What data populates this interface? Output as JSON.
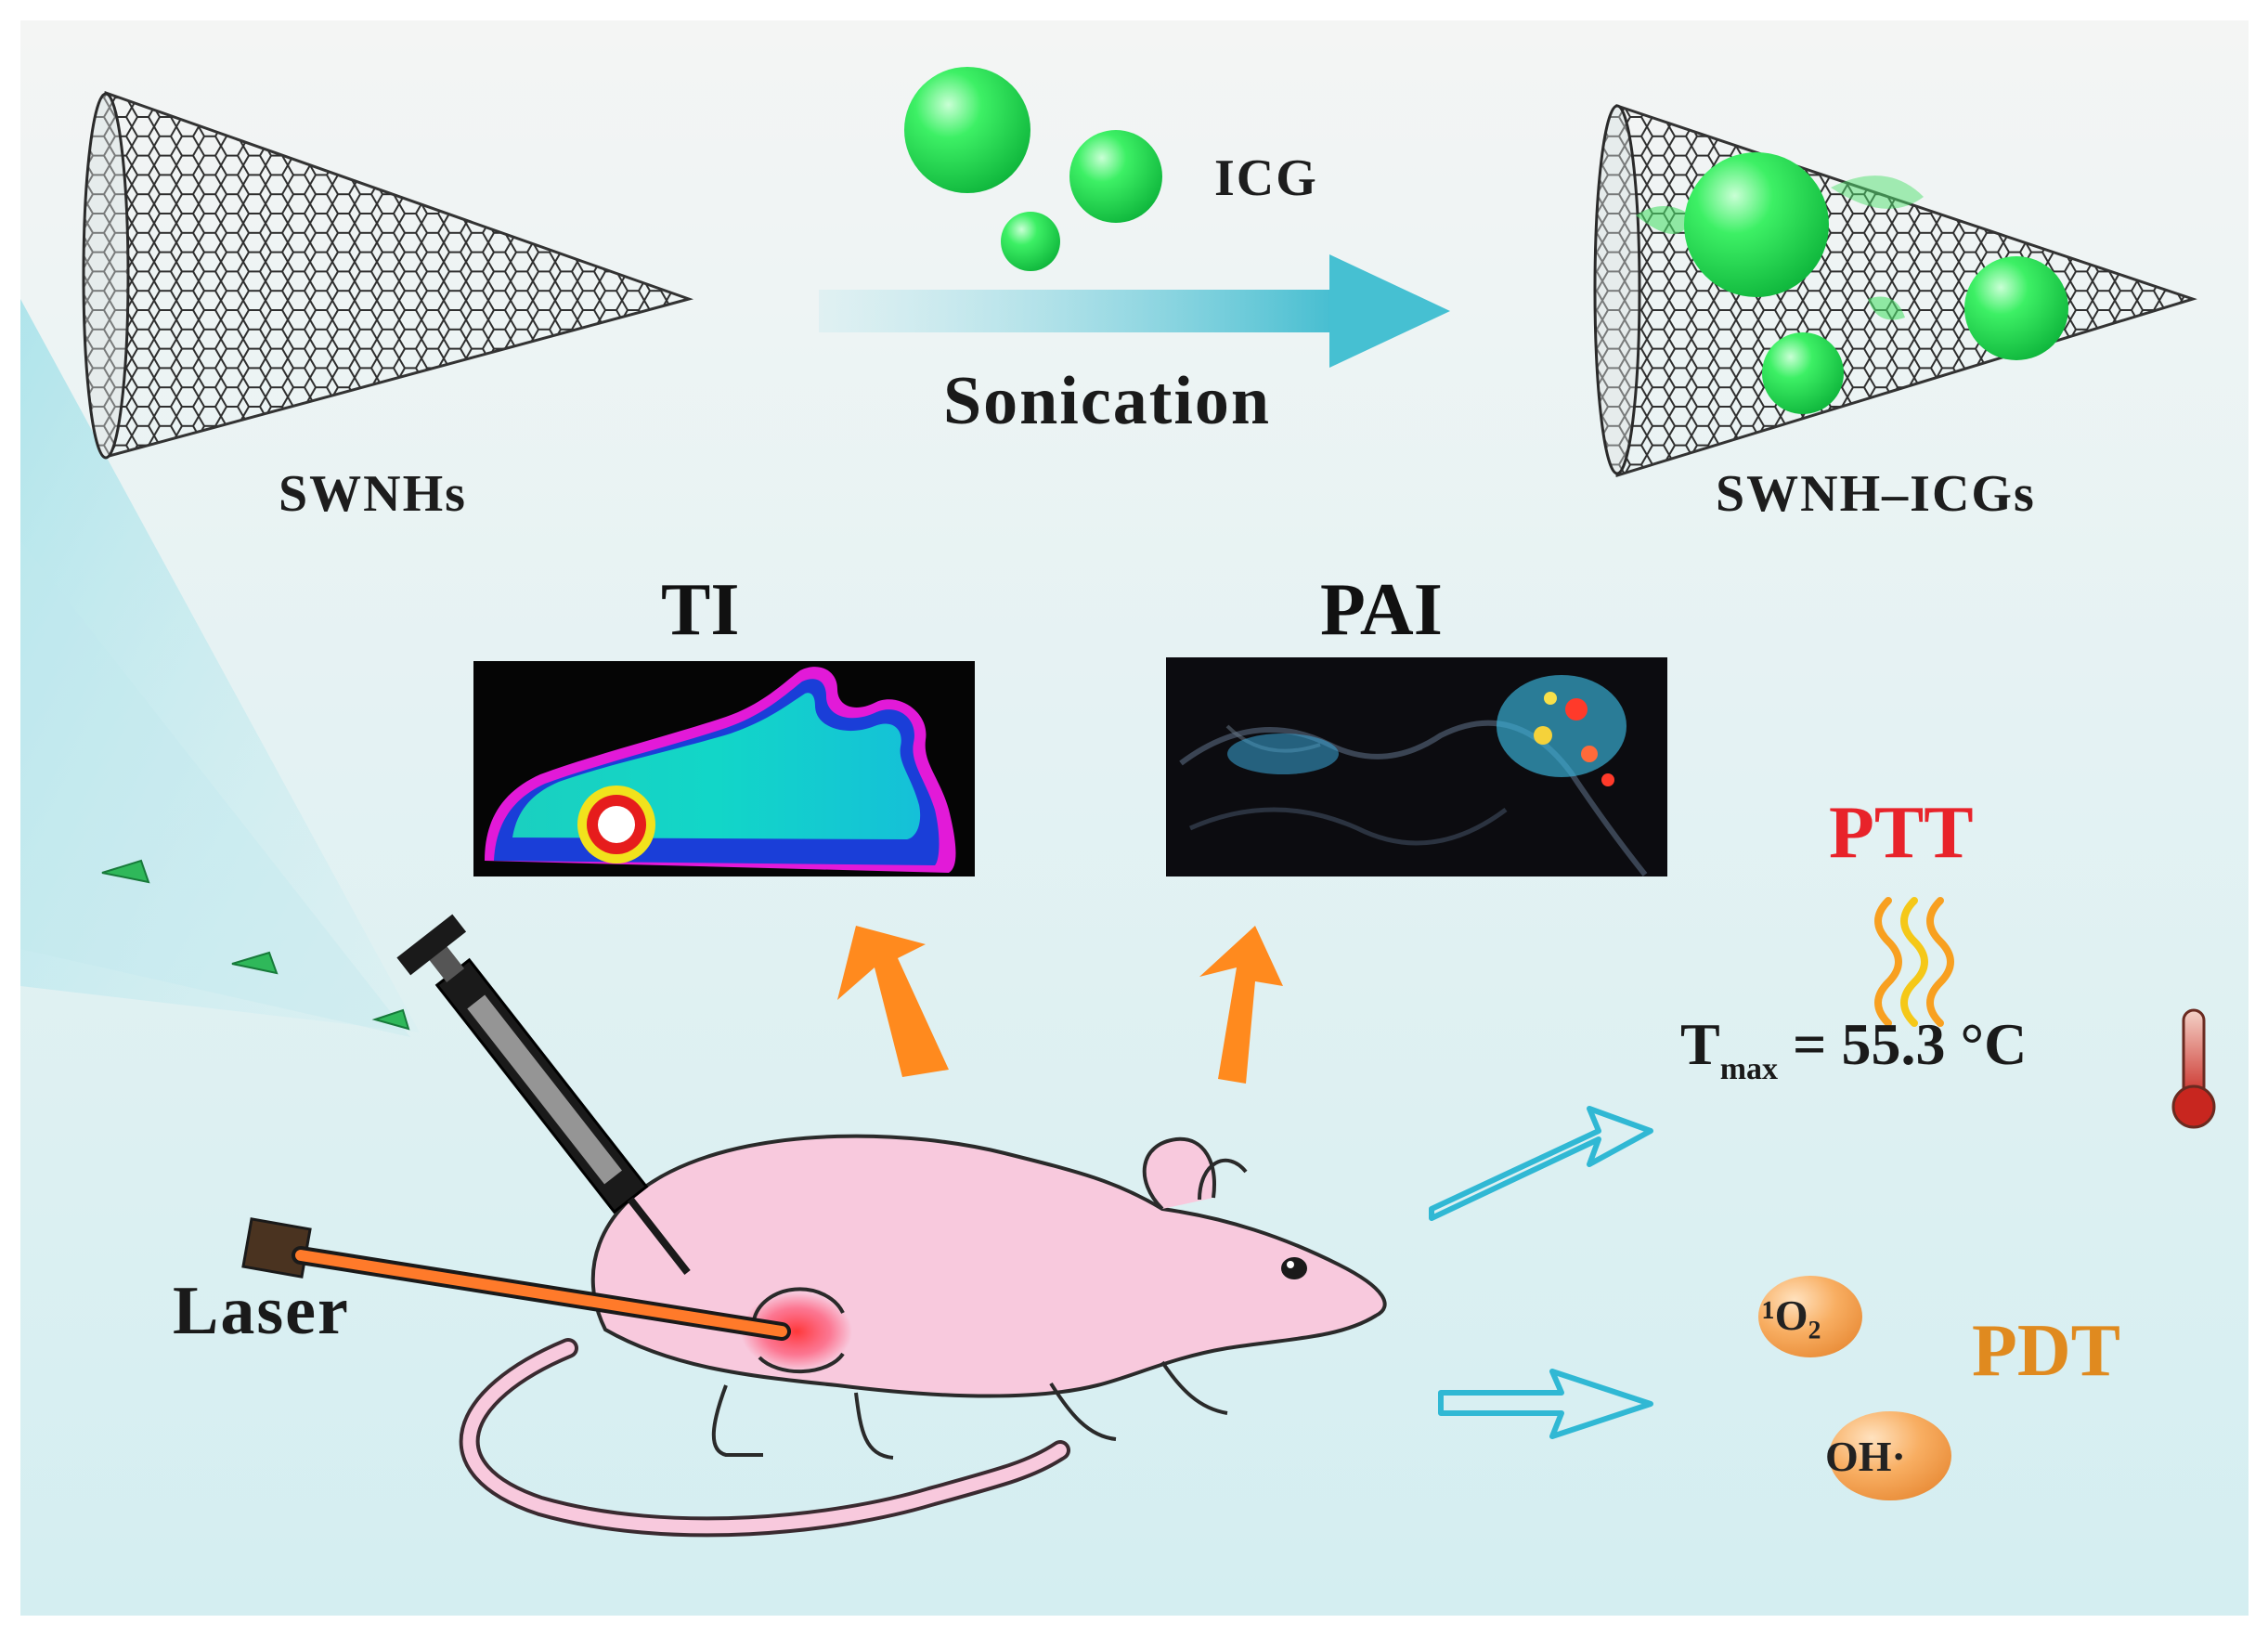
{
  "labels": {
    "swnhs": "SWNHs",
    "icg": "ICG",
    "sonication": "Sonication",
    "swnh_icgs": "SWNH–ICGs",
    "ti": "TI",
    "pai": "PAI",
    "laser": "Laser",
    "ptt": "PTT",
    "tmax_T": "T",
    "tmax_sub": "max",
    "tmax_value": " = 55.3 °C",
    "singlet_oxygen": "¹O₂",
    "hydroxyl": "OH·",
    "pdt": "PDT"
  },
  "colors": {
    "background_top": "#eef3f3",
    "background_bottom": "#d6eef1",
    "arrow_cyan": "#52c3d4",
    "icg_green": "#2fe05a",
    "mouse_pink": "#f8c9dd",
    "orange_arrow": "#ff8a1e",
    "ptt_red": "#e8232a",
    "pdt_orange": "#e08a1f",
    "ros_ball": "#f6a856"
  },
  "icons": {
    "swnh": "carbon-nanohorn-cone",
    "icg": "green-sphere",
    "thermal": "heat-wave-icon",
    "thermometer": "thermometer-icon",
    "laser": "laser-device-icon",
    "syringe": "syringe-icon",
    "mouse": "mouse-illustration"
  }
}
